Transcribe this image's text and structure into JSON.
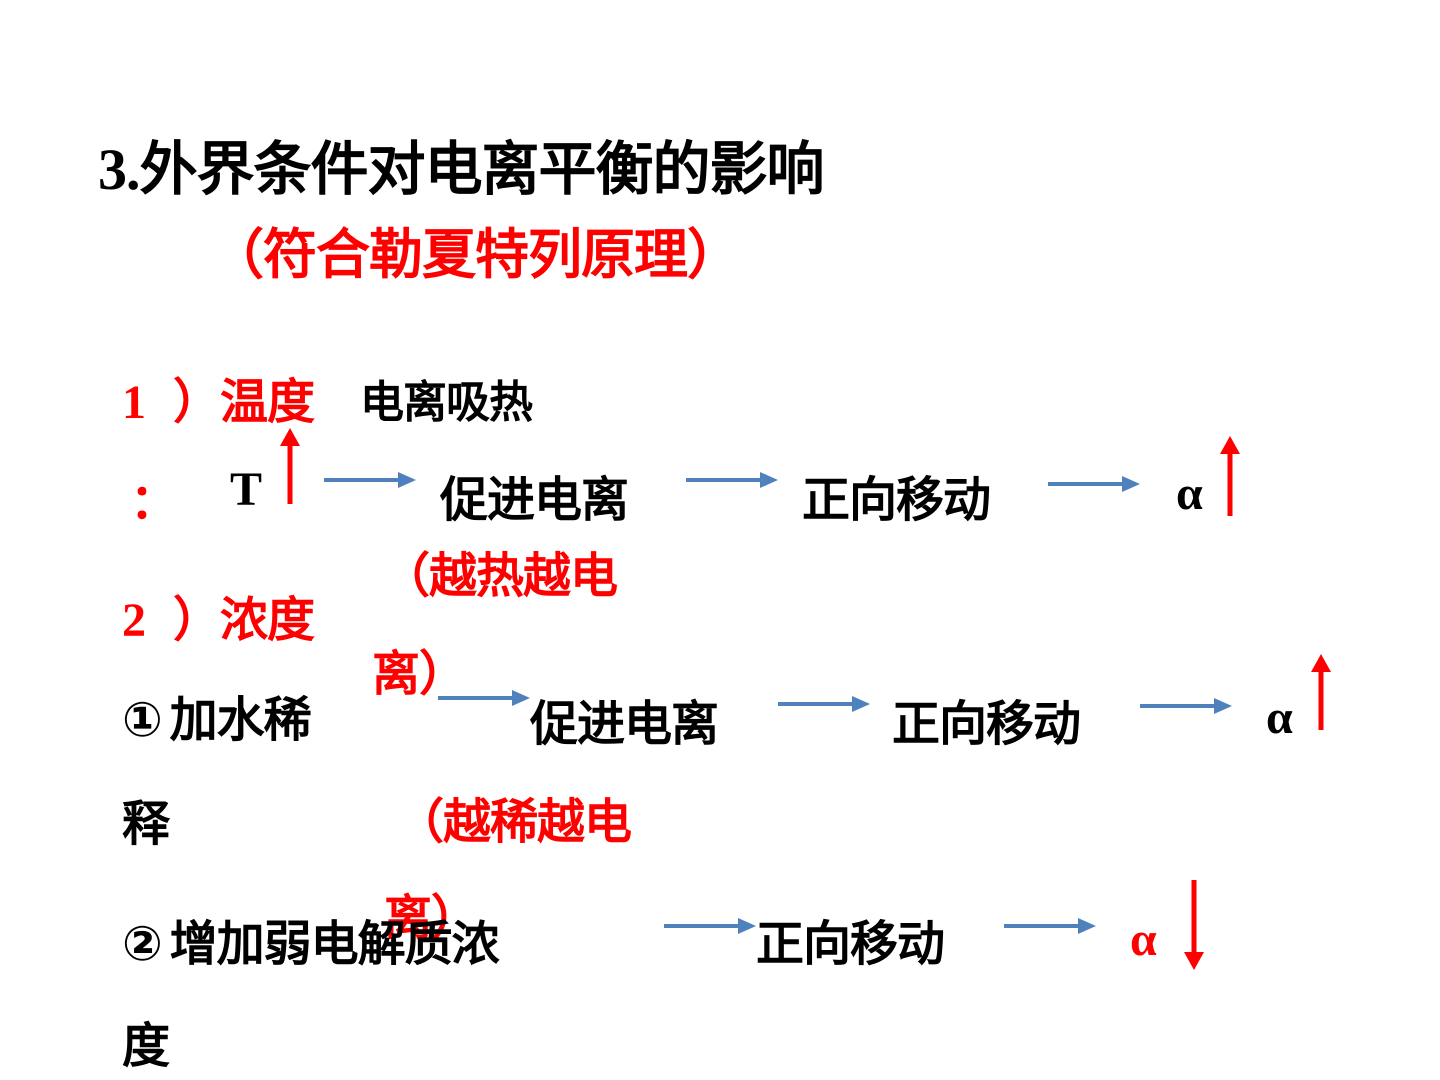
{
  "colors": {
    "text": "#000000",
    "accent": "#ff0000",
    "flow_arrow": "#4f81bd"
  },
  "title": {
    "number": "3.",
    "text": "外界条件对电离平衡的影响",
    "subtitle": "（符合勒夏特列原理）"
  },
  "section1": {
    "label_num": "1",
    "label_text": "）温度",
    "label_colon": "：",
    "note": "电离吸热",
    "var": "T",
    "steps": [
      "促进电离",
      "正向移动"
    ],
    "result": "α",
    "hint_line1": "（越热越电",
    "hint_line2": "离）",
    "icons": {
      "var_trend": "up-arrow-icon",
      "result_trend": "up-arrow-icon"
    }
  },
  "section2": {
    "label_num": "2",
    "label_text": "）浓度",
    "case1": {
      "marker": "①",
      "text_line1": "加水稀",
      "text_line2": "释",
      "steps": [
        "促进电离",
        "正向移动"
      ],
      "result": "α",
      "hint_line1": "（越稀越电",
      "hint_line2": "离）",
      "icons": {
        "result_trend": "up-arrow-icon"
      }
    },
    "case2": {
      "marker": "②",
      "text_line1": "增加弱电解质浓",
      "text_line2": "度",
      "steps": [
        "正向移动"
      ],
      "result": "α",
      "icons": {
        "result_trend": "down-arrow-icon"
      }
    }
  }
}
